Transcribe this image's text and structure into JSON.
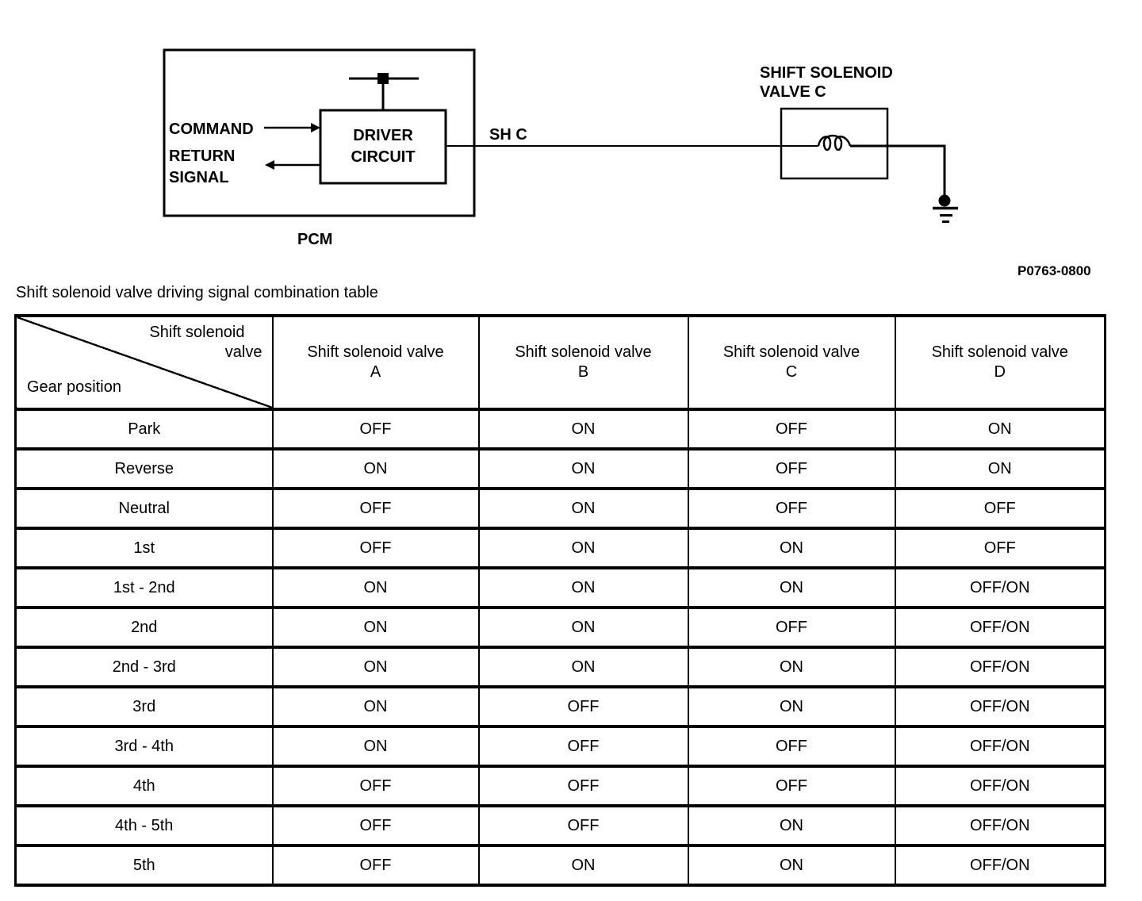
{
  "diagram": {
    "pcm": {
      "label": "PCM",
      "driver_line1": "DRIVER",
      "driver_line2": "CIRCUIT"
    },
    "signals": {
      "command": "COMMAND",
      "return_line1": "RETURN",
      "return_line2": "SIGNAL"
    },
    "wire_label": "SH C",
    "solenoid": {
      "title_line1": "SHIFT SOLENOID",
      "title_line2": "VALVE C"
    },
    "figure_code": "P0763-0800"
  },
  "table": {
    "title": "Shift solenoid valve driving signal combination table",
    "corner": {
      "col_axis_line1": "Shift solenoid",
      "col_axis_line2": "valve",
      "row_axis": "Gear position"
    },
    "columns": [
      {
        "line1": "Shift solenoid valve",
        "line2": "A"
      },
      {
        "line1": "Shift solenoid valve",
        "line2": "B"
      },
      {
        "line1": "Shift solenoid valve",
        "line2": "C"
      },
      {
        "line1": "Shift solenoid valve",
        "line2": "D"
      }
    ],
    "rows": [
      {
        "gear": "Park",
        "values": [
          "OFF",
          "ON",
          "OFF",
          "ON"
        ]
      },
      {
        "gear": "Reverse",
        "values": [
          "ON",
          "ON",
          "OFF",
          "ON"
        ]
      },
      {
        "gear": "Neutral",
        "values": [
          "OFF",
          "ON",
          "OFF",
          "OFF"
        ]
      },
      {
        "gear": "1st",
        "values": [
          "OFF",
          "ON",
          "ON",
          "OFF"
        ]
      },
      {
        "gear": "1st - 2nd",
        "values": [
          "ON",
          "ON",
          "ON",
          "OFF/ON"
        ]
      },
      {
        "gear": "2nd",
        "values": [
          "ON",
          "ON",
          "OFF",
          "OFF/ON"
        ]
      },
      {
        "gear": "2nd - 3rd",
        "values": [
          "ON",
          "ON",
          "ON",
          "OFF/ON"
        ]
      },
      {
        "gear": "3rd",
        "values": [
          "ON",
          "OFF",
          "ON",
          "OFF/ON"
        ]
      },
      {
        "gear": "3rd - 4th",
        "values": [
          "ON",
          "OFF",
          "OFF",
          "OFF/ON"
        ]
      },
      {
        "gear": "4th",
        "values": [
          "OFF",
          "OFF",
          "OFF",
          "OFF/ON"
        ]
      },
      {
        "gear": "4th - 5th",
        "values": [
          "OFF",
          "OFF",
          "ON",
          "OFF/ON"
        ]
      },
      {
        "gear": "5th",
        "values": [
          "OFF",
          "ON",
          "ON",
          "OFF/ON"
        ]
      }
    ]
  },
  "colors": {
    "ink": "#000000",
    "background": "#ffffff"
  }
}
